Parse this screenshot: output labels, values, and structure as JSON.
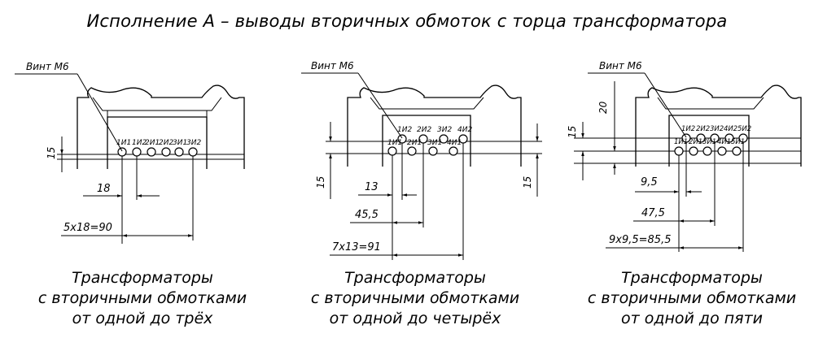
{
  "title": "Исполнение А – выводы вторичных обмоток с торца трансформатора",
  "diagrams": [
    {
      "screw_label": "Винт М6",
      "terminal_labels": [
        "1И1",
        "1И2",
        "2И1",
        "2И2",
        "3И1",
        "3И2"
      ],
      "dim_vertical": "15",
      "dim_step": "18",
      "dim_total": "5x18=90",
      "caption": [
        "Трансформаторы",
        "с вторичными обмотками",
        "от одной до трёх"
      ]
    },
    {
      "screw_label": "Винт М6",
      "terminal_labels_top": [
        "1И2",
        "2И2",
        "3И2",
        "4И2"
      ],
      "terminal_labels_bottom": [
        "1И1",
        "2И1",
        "3И1",
        "4И1"
      ],
      "dim_vertical_left": "15",
      "dim_vertical_right": "15",
      "dim_step": "13",
      "dim_mid": "45,5",
      "dim_total": "7x13=91",
      "caption": [
        "Трансформаторы",
        "с вторичными обмотками",
        "от одной до четырёх"
      ]
    },
    {
      "screw_label": "Винт М6",
      "terminal_labels_top": [
        "1И2",
        "2И2",
        "3И2",
        "4И2",
        "5И2"
      ],
      "terminal_labels_bottom": [
        "1И1",
        "2И1",
        "3И1",
        "4И1",
        "5И1"
      ],
      "dim_vertical_left": "15",
      "dim_vertical_top": "20",
      "dim_step": "9,5",
      "dim_mid": "47,5",
      "dim_total": "9x9,5=85,5",
      "caption": [
        "Трансформаторы",
        "с вторичными обмотками",
        "от одной до пяти"
      ]
    }
  ]
}
